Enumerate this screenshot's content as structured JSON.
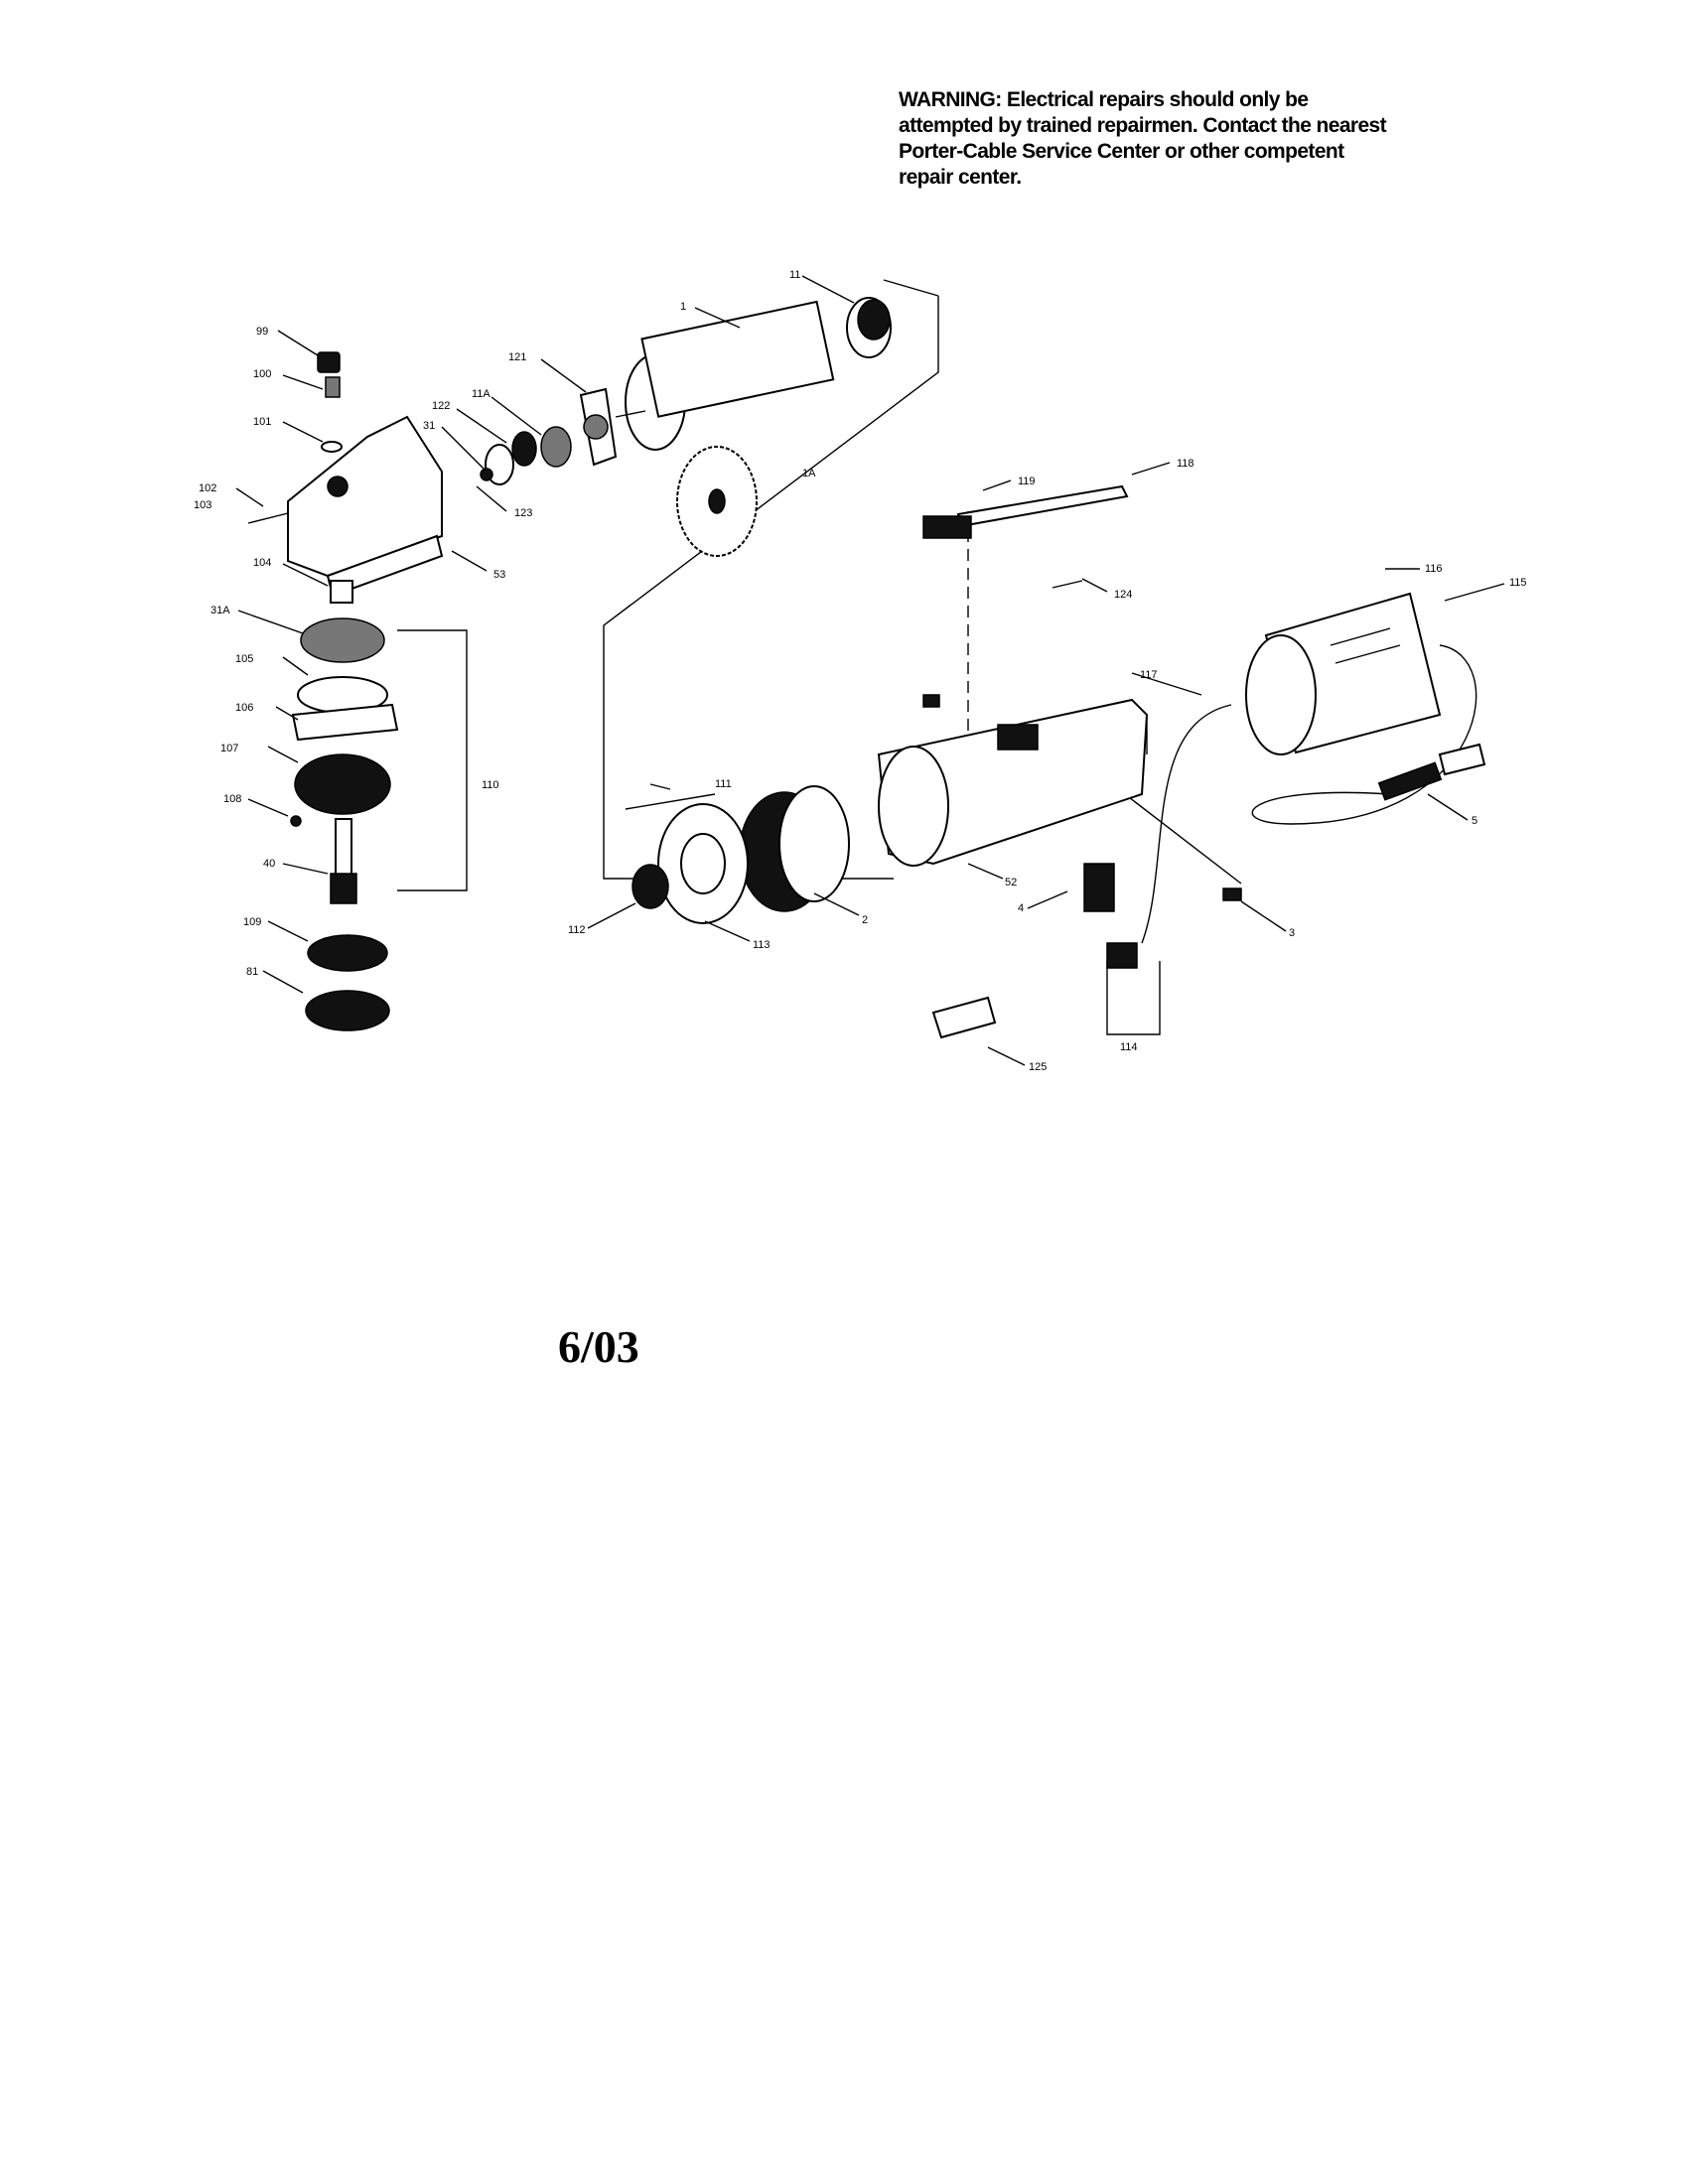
{
  "warning": {
    "lines": [
      "WARNING: Electrical repairs should only be",
      "attempted by trained repairmen. Contact the nearest",
      "Porter-Cable Service Center or other competent",
      "repair center."
    ]
  },
  "date": "6/03",
  "part_labels": {
    "p1": "1",
    "p11": "11",
    "p1a": "1A",
    "p121": "121",
    "p11a": "11A",
    "p122": "122",
    "p31": "31",
    "p123": "123",
    "p99": "99",
    "p100": "100",
    "p101": "101",
    "p102": "102",
    "p103": "103",
    "p53": "53",
    "p104": "104",
    "p31a": "31A",
    "p105": "105",
    "p106": "106",
    "p107": "107",
    "p108": "108",
    "p110": "110",
    "p40": "40",
    "p109": "109",
    "p81": "81",
    "p119": "119",
    "p118": "118",
    "p124": "124",
    "p116": "116",
    "p115": "115",
    "p117": "117",
    "p111": "111",
    "p52": "52",
    "p2": "2",
    "p112": "112",
    "p113": "113",
    "p4": "4",
    "p3": "3",
    "p5": "5",
    "p114": "114",
    "p125": "125"
  }
}
